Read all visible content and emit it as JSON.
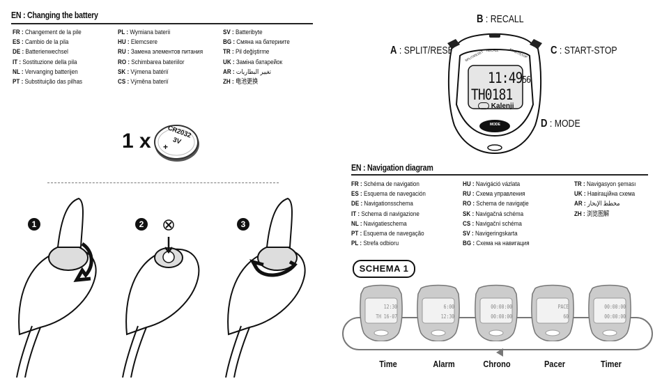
{
  "left": {
    "title": "EN : Changing the battery",
    "col1": [
      {
        "code": "FR",
        "text": "Changement de la pile"
      },
      {
        "code": "ES",
        "text": "Cambio de la pila"
      },
      {
        "code": "DE",
        "text": "Batterienwechsel"
      },
      {
        "code": "IT",
        "text": "Sostituzione della pila"
      },
      {
        "code": "NL",
        "text": "Vervanging batterijen"
      },
      {
        "code": "PT",
        "text": "Substituição das pilhas"
      }
    ],
    "col2": [
      {
        "code": "PL",
        "text": "Wymiana baterii"
      },
      {
        "code": "HU",
        "text": "Elemcsere"
      },
      {
        "code": "RU",
        "text": "Замена элементов питания"
      },
      {
        "code": "RO",
        "text": "Schimbarea bateriilor"
      },
      {
        "code": "SK",
        "text": "Výmena batérií"
      },
      {
        "code": "CS",
        "text": "Výměna baterií"
      }
    ],
    "col3": [
      {
        "code": "SV",
        "text": "Batteribyte"
      },
      {
        "code": "BG",
        "text": "Смяна на батериите"
      },
      {
        "code": "TR",
        "text": "Pil değiştirme"
      },
      {
        "code": "UK",
        "text": "Заміна батарейок"
      },
      {
        "code": "AR",
        "text": "تغيير البطاريات"
      },
      {
        "code": "ZH",
        "text": "电池更换"
      }
    ],
    "battery_count": "1 x",
    "battery_model": "CR2032",
    "battery_voltage": "3V",
    "battery_plus": "+",
    "steps": [
      "1",
      "2",
      "3"
    ]
  },
  "right": {
    "labels": {
      "a_key": "A",
      "a_text": "SPLIT/RESET",
      "b_key": "B",
      "b_text": "RECALL",
      "c_key": "C",
      "c_text": "START-STOP",
      "d_key": "D",
      "d_text": "MODE"
    },
    "watch": {
      "big_time": "11:49",
      "big_sec": "56",
      "row2": "TH0181",
      "brand": "Kalenji",
      "mode_btn": "MODE",
      "arc_left": "SPLIT/RESET",
      "arc_mid": "RECALL",
      "arc_right": "START/STOP"
    },
    "nav_title": "EN : Navigation diagram",
    "col1": [
      {
        "code": "FR",
        "text": "Schéma de navigation"
      },
      {
        "code": "ES",
        "text": "Esquema de navegación"
      },
      {
        "code": "DE",
        "text": "Navigationsschema"
      },
      {
        "code": "IT",
        "text": "Schema di navigazione"
      },
      {
        "code": "NL",
        "text": "Navigatieschema"
      },
      {
        "code": "PT",
        "text": "Esquema de navegação"
      },
      {
        "code": "PL",
        "text": "Strefa odbioru"
      }
    ],
    "col2": [
      {
        "code": "HU",
        "text": "Navigáció vázlata"
      },
      {
        "code": "RU",
        "text": "Схема управления"
      },
      {
        "code": "RO",
        "text": "Schema de navigaţie"
      },
      {
        "code": "SK",
        "text": "Navigačná schéma"
      },
      {
        "code": "CS",
        "text": "Navigační schéma"
      },
      {
        "code": "SV",
        "text": "Navigeringskarta"
      },
      {
        "code": "BG",
        "text": "Схема на навигация"
      }
    ],
    "col3": [
      {
        "code": "TR",
        "text": "Navigasyon şeması"
      },
      {
        "code": "UK",
        "text": "Навігаційна схема"
      },
      {
        "code": "AR",
        "text": "مخطط الإبحار"
      },
      {
        "code": "ZH",
        "text": "浏览图解"
      }
    ],
    "schema_label": "SCHEMA 1",
    "modes": [
      {
        "name": "Time",
        "l1": "12:30",
        "l2": "TH 16-07"
      },
      {
        "name": "Alarm",
        "l1": "6:00",
        "l2": "12:30"
      },
      {
        "name": "Chrono",
        "l1": "00:00:00",
        "l2": "00:00:00"
      },
      {
        "name": "Pacer",
        "l1": "PACE",
        "l2": "60"
      },
      {
        "name": "Timer",
        "l1": "00:00:00",
        "l2": "00:00:00"
      }
    ]
  }
}
